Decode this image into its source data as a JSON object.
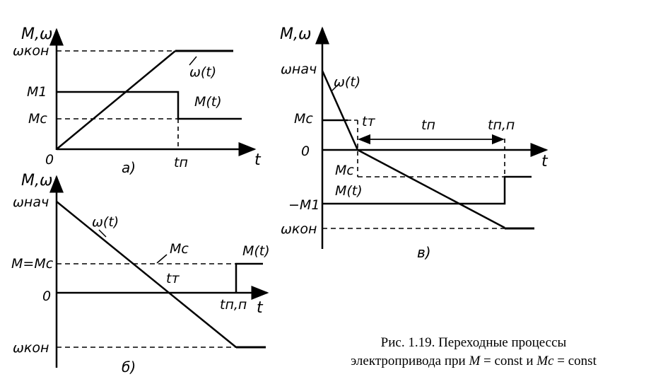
{
  "diagram_a": {
    "axis_y": "M,ω",
    "axis_x": "t",
    "labels": {
      "w_kon": "ωкон",
      "M1": "M1",
      "Mc": "Mc",
      "zero": "0",
      "omega_curve": "ω(t)",
      "M_curve": "M(t)",
      "tp": "tп",
      "panel": "а)"
    }
  },
  "diagram_b": {
    "axis_y": "M,ω",
    "axis_x": "t",
    "labels": {
      "w_nach": "ωнач",
      "M_eq_Mc": "M=Mc",
      "zero": "0",
      "w_kon": "ωкон",
      "omega_curve": "ω(t)",
      "Mc": "Mc",
      "M_curve": "M(t)",
      "tt": "tт",
      "tpp": "tп,п",
      "panel": "б)"
    }
  },
  "diagram_c": {
    "axis_y": "M,ω",
    "axis_x": "t",
    "labels": {
      "w_nach": "ωнач",
      "Mc_top": "Mc",
      "zero": "0",
      "Mc_neg": "Mc",
      "minus_M1": "−M1",
      "w_kon": "ωкон",
      "omega_curve": "ω(t)",
      "M_curve": "M(t)",
      "tt": "tт",
      "tp": "tп",
      "tpp": "tп,п",
      "panel": "в)"
    }
  },
  "caption": {
    "line1": "Рис. 1.19. Переходные процессы",
    "line2_pre": "электропривода при",
    "M": "M",
    "eq_const_and": "= const и",
    "Mc": "Mc",
    "eq_const": "= const"
  }
}
